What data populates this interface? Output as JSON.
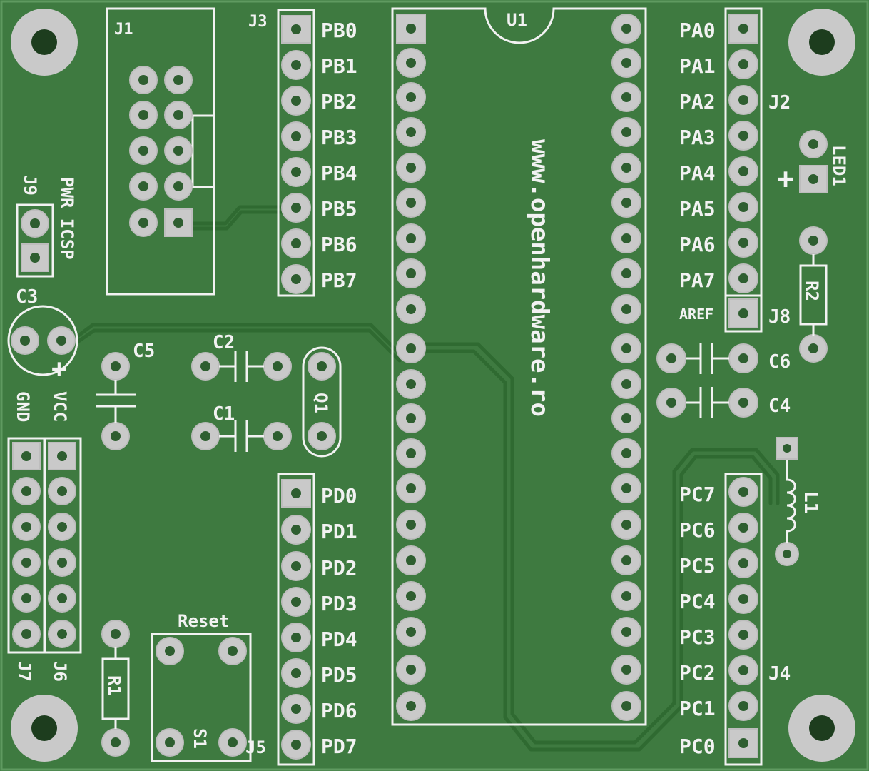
{
  "board": {
    "colors": {
      "pcb": "#3e7a40",
      "silk": "#f2f2f2",
      "pad": "#c9c9c9",
      "copper": "#2f6a31"
    },
    "url_text": "www.openhardware.ro",
    "u1_label": "U1",
    "headers": {
      "J1": "J1",
      "J2": "J2",
      "J3": "J3",
      "J4": "J4",
      "J5": "J5",
      "J6": "J6",
      "J7": "J7",
      "J8": "J8",
      "J9": "J9"
    },
    "port_b": [
      "PB0",
      "PB1",
      "PB2",
      "PB3",
      "PB4",
      "PB5",
      "PB6",
      "PB7"
    ],
    "port_a": [
      "PA0",
      "PA1",
      "PA2",
      "PA3",
      "PA4",
      "PA5",
      "PA6",
      "PA7"
    ],
    "aref": "AREF",
    "port_d": [
      "PD0",
      "PD1",
      "PD2",
      "PD3",
      "PD4",
      "PD5",
      "PD6",
      "PD7"
    ],
    "port_c": [
      "PC7",
      "PC6",
      "PC5",
      "PC4",
      "PC3",
      "PC2",
      "PC1",
      "PC0"
    ],
    "components": {
      "C1": "C1",
      "C2": "C2",
      "C3": "C3",
      "C4": "C4",
      "C5": "C5",
      "C6": "C6",
      "Q1": "Q1",
      "R1": "R1",
      "R2": "R2",
      "L1": "L1",
      "LED1": "LED1",
      "S1": "S1"
    },
    "labels": {
      "pwr_icsp": "PWR ICSP",
      "gnd": "GND",
      "vcc": "VCC",
      "reset": "Reset",
      "plus_c3": "+",
      "plus_led": "+"
    }
  }
}
